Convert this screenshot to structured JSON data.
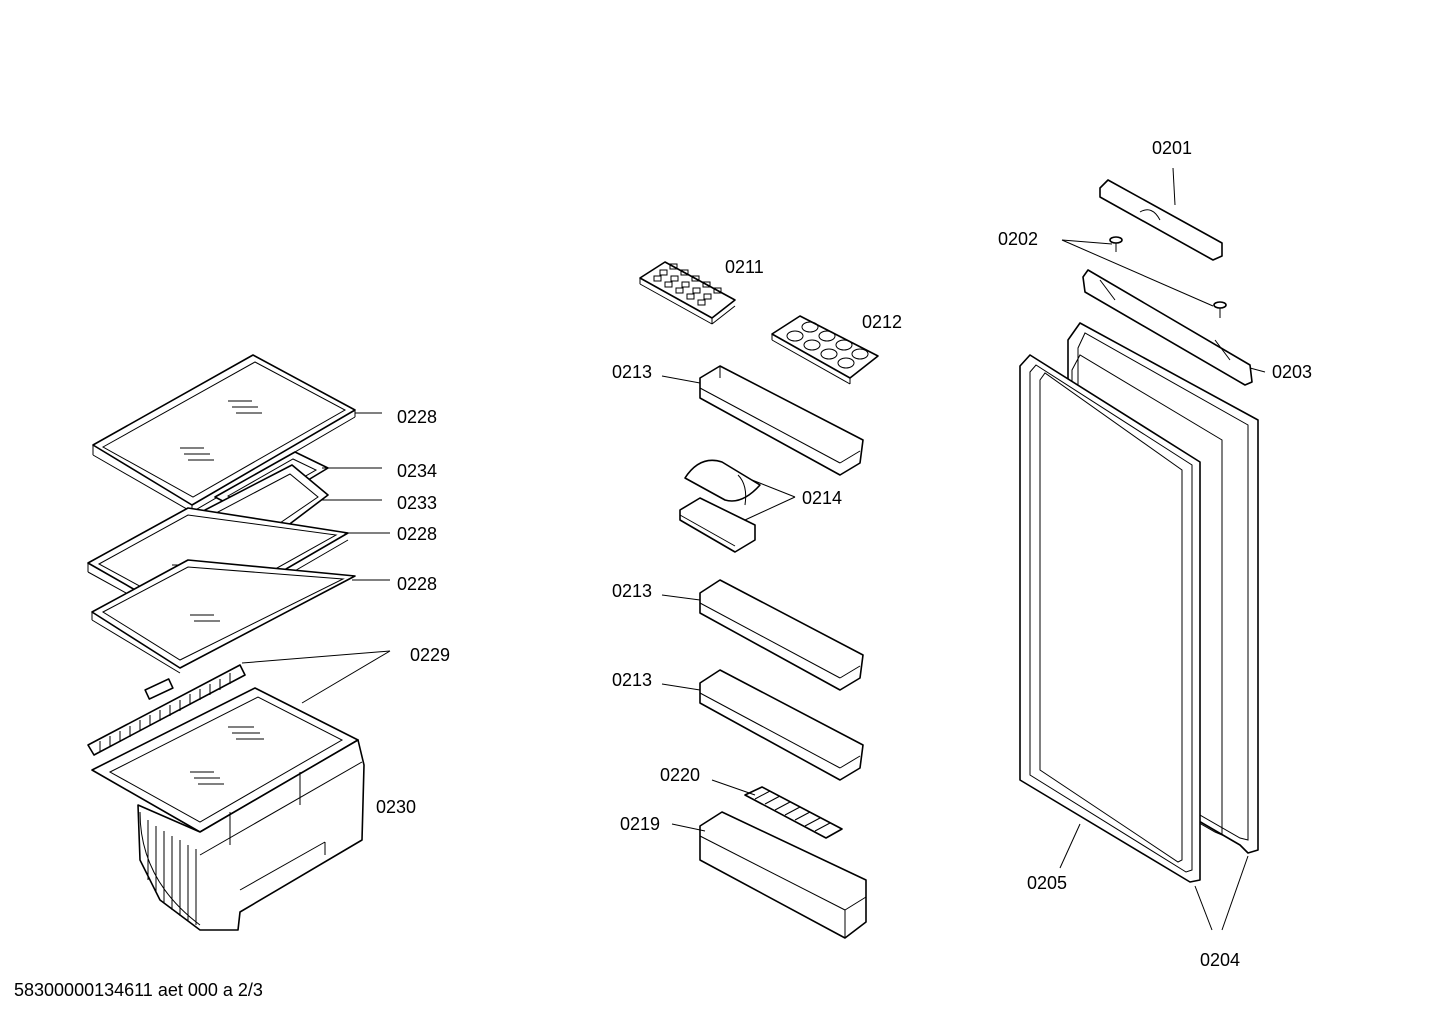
{
  "labels": {
    "p0201": "0201",
    "p0202": "0202",
    "p0203": "0203",
    "p0204": "0204",
    "p0205": "0205",
    "p0211": "0211",
    "p0212": "0212",
    "p0213a": "0213",
    "p0213b": "0213",
    "p0213c": "0213",
    "p0214": "0214",
    "p0219": "0219",
    "p0220": "0220",
    "p0228a": "0228",
    "p0228b": "0228",
    "p0228c": "0228",
    "p0229": "0229",
    "p0230": "0230",
    "p0233": "0233",
    "p0234": "0234"
  },
  "footer": {
    "doc_id": "58300000134611 aet 000 a 2/3"
  }
}
